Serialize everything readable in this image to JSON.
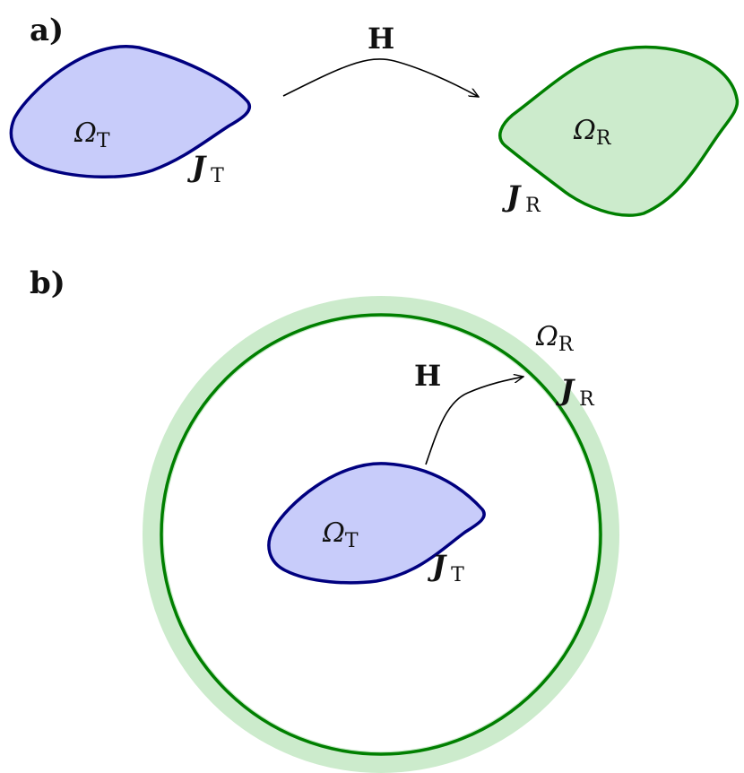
{
  "panels": {
    "a": {
      "label": "a)",
      "mapping_label": "H",
      "transmitter": {
        "domain_symbol": "Ω",
        "domain_subscript": "T",
        "source_symbol": "J",
        "source_subscript": "T"
      },
      "receiver": {
        "domain_symbol": "Ω",
        "domain_subscript": "R",
        "source_symbol": "J",
        "source_subscript": "R"
      }
    },
    "b": {
      "label": "b)",
      "mapping_label": "H",
      "transmitter": {
        "domain_symbol": "Ω",
        "domain_subscript": "T",
        "source_symbol": "J",
        "source_subscript": "T"
      },
      "receiver": {
        "domain_symbol": "Ω",
        "domain_subscript": "R",
        "source_symbol": "J",
        "source_subscript": "R"
      }
    }
  },
  "colors": {
    "transmitter_fill": "#c8ccfa",
    "transmitter_stroke": "#00007f",
    "receiver_fill": "#ccebcc",
    "receiver_stroke": "#007f00",
    "arrow": "#000000",
    "text": "#111111"
  }
}
